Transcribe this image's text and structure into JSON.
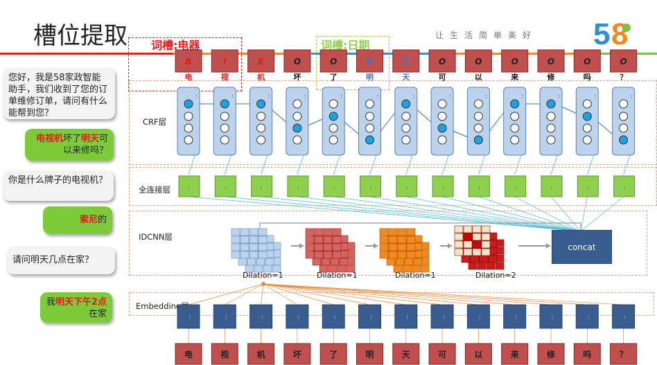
{
  "page": {
    "title": "槽位提取",
    "slogan": "让生活简单美好",
    "logo_text": "58"
  },
  "slots": [
    {
      "label": "词槽:电器",
      "color": "#e21b1b"
    },
    {
      "label": "词槽:日期",
      "color": "#8fd14f"
    }
  ],
  "tags": [
    "B",
    "I",
    "E",
    "O",
    "O",
    "B",
    "E",
    "O",
    "O",
    "O",
    "O",
    "O",
    "O"
  ],
  "tag_colors": {
    "entity_red": "#c0504d",
    "entity_blue": "#4472c4",
    "default": "#c0504d"
  },
  "tokens": [
    "电",
    "视",
    "机",
    "坏",
    "了",
    "明",
    "天",
    "可",
    "以",
    "来",
    "修",
    "吗",
    "？"
  ],
  "top_tokens_colors": [
    "#e21b1b",
    "#e21b1b",
    "#e21b1b",
    "#111",
    "#111",
    "#4472c4",
    "#4472c4",
    "#111",
    "#111",
    "#111",
    "#111",
    "#111",
    "#111"
  ],
  "crf_path": [
    0,
    0,
    0,
    2,
    1,
    3,
    0,
    2,
    3,
    0,
    0,
    1,
    3
  ],
  "layers": {
    "crf": "CRF层",
    "fc": "全连接层",
    "idcnn": "IDCNN层",
    "embedding": "Embedding层"
  },
  "dilations": [
    "Dilation=1",
    "Dilation=1",
    "Dilation=1",
    "Dilation=2"
  ],
  "concat_label": "concat",
  "chat": [
    {
      "side": "user_grey",
      "text": "您好，我是58家政智能助手，我们收到了您的订单维修订单，请问有什么能帮到您？"
    },
    {
      "side": "green",
      "parts": [
        {
          "t": "电视机",
          "hl": true
        },
        {
          "t": "坏了",
          "hl": false
        },
        {
          "t": "明天",
          "hl": true
        },
        {
          "t": "可以来修吗？",
          "hl": false
        }
      ]
    },
    {
      "side": "user_grey",
      "text": "你是什么牌子的电视机？"
    },
    {
      "side": "green",
      "parts": [
        {
          "t": "索尼",
          "hl": true
        },
        {
          "t": "的",
          "hl": false
        }
      ]
    },
    {
      "side": "user_grey",
      "text": "请问明天几点在家？"
    },
    {
      "side": "green",
      "parts": [
        {
          "t": "我",
          "hl": false
        },
        {
          "t": "明天下午2点",
          "hl": true
        },
        {
          "t": "在家",
          "hl": false
        }
      ]
    }
  ],
  "colors": {
    "node_fill": "#bcd3ee",
    "active_node": "#1fa0e0",
    "fc_green": "#8fd14f",
    "emb_blue": "#3a5d8f",
    "token_red": "#c0504d",
    "line_cyan": "#4bb8e0",
    "line_orange": "#e08a3c"
  }
}
